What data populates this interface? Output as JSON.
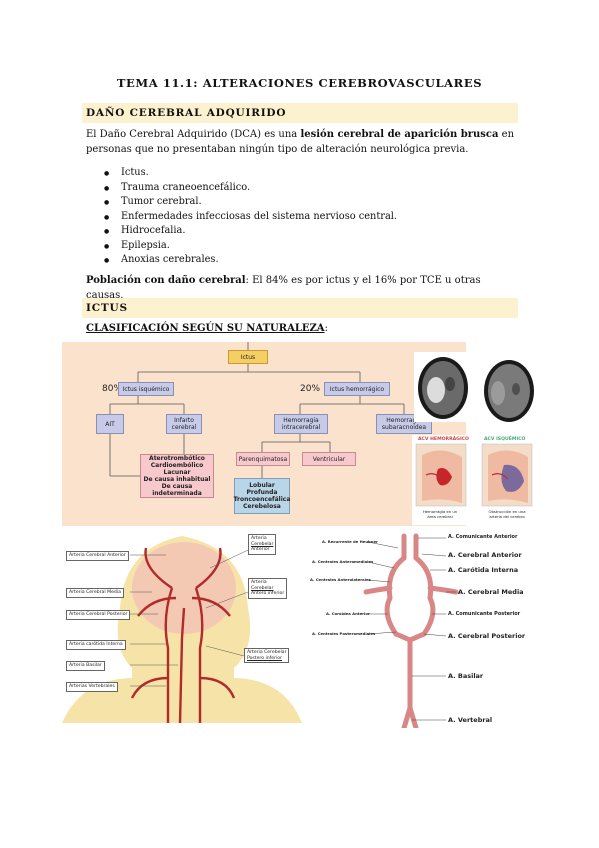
{
  "title": "TEMA 11.1: ALTERACIONES CEREBROVASCULARES",
  "section1": {
    "heading": "DAÑO CEREBRAL ADQUIRIDO",
    "intro_a": "El Daño Cerebral Adquirido (DCA) es una ",
    "intro_b": "lesión cerebral de aparición brusca",
    "intro_c": " en personas que no presentaban ningún tipo de alteración neurológica previa.",
    "items": [
      "Ictus.",
      "Trauma craneoencefálico.",
      "Tumor cerebral.",
      "Enfermedades infecciosas del sistema nervioso central.",
      "Hidrocefalia.",
      "Epilepsia.",
      "Anoxias cerebrales."
    ],
    "pop_label": "Población con daño cerebral",
    "pop_text": ": El 84% es por ictus y el 16% por TCE u otras causas."
  },
  "section2": {
    "heading": "ICTUS",
    "subheading": "CLASIFICACIÓN SEGÚN SU NATURALEZA",
    "subheading_suffix": ":"
  },
  "flow": {
    "root": "Ictus",
    "pct_isq": "80%",
    "pct_hem": "20%",
    "isq": "Ictus isquémico",
    "hem": "Ictus hemorrágico",
    "ait": "AIT",
    "infarto": "Infarto cerebral",
    "hem_intra": "Hemorragia intracerebral",
    "hem_sub": "Hemorragia subaracnoidea",
    "causes": [
      "Aterotrombótico",
      "Cardioembólico",
      "Lacunar",
      "De causa inhabitual",
      "De causa indeterminada"
    ],
    "parenq": "Parenquimatosa",
    "ventric": "Ventricular",
    "lobular": [
      "Lobular",
      "Profunda",
      "Troncoencefálica",
      "Cerebelosa"
    ]
  },
  "brain_panel": {
    "label_hem": "ACV HEMORRÁGICO",
    "label_isq": "ACV ISQUÉMICO",
    "cap_hem": "Hemorragia en un área cerebral",
    "cap_isq": "Obstrucción en una arteria del cerebro"
  },
  "head_labels": {
    "left": [
      "Arteria Cerebral Anterior",
      "Arteria Cerebral Media",
      "Arteria Cerebral Posterior",
      "Arteria carótida Interna",
      "Arteria Basilar",
      "Arterias Vertebrales"
    ],
    "right1": [
      "Arteria",
      "Cerebelar",
      "Anterior"
    ],
    "right2": [
      "Arteria",
      "Cerebelar",
      "Antero inferior"
    ],
    "right3": [
      "Arteria Cerebelar",
      "Postero inferior"
    ]
  },
  "willis_labels": {
    "left": [
      "A. Recurrente de Heubner",
      "A. Centrales Anteromediales",
      "A. Centrales Anterolaterales",
      "A. Coroidea Anterior",
      "A. Centrales Posteromediales"
    ],
    "right": [
      "A. Comunicante Anterior",
      "A. Cerebral Anterior",
      "A. Carótida Interna",
      "A. Cerebral Media",
      "A. Comunicante Posterior",
      "A. Cerebral Posterior",
      "A. Basilar",
      "A. Vertebral"
    ]
  }
}
